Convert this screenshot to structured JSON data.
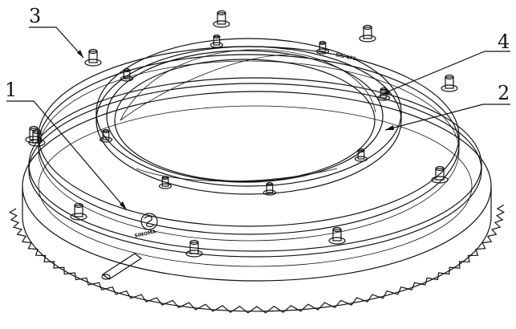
{
  "callouts": [
    {
      "number": "3"
    },
    {
      "number": "1"
    },
    {
      "number": "4"
    },
    {
      "number": "2"
    }
  ],
  "engravings": {
    "part_code": "SIS-175",
    "brand_mark": "SINOMA"
  },
  "colors": {
    "ink": "#111111",
    "paper": "#ffffff"
  }
}
